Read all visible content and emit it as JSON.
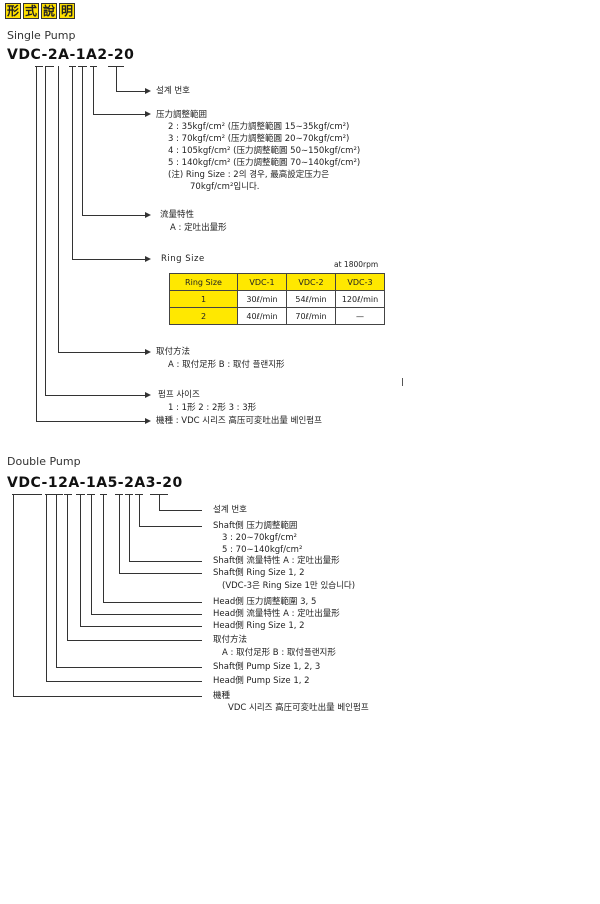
{
  "title": {
    "chars": [
      "形",
      "式",
      "說",
      "明"
    ]
  },
  "single": {
    "section": "Single Pump",
    "code": "VDC-2A-1A2-20",
    "lbl_design": "설계 번호",
    "pressure_head": "压力調整範囲",
    "pressure_items": [
      "2 : 35kgf/cm² (压力調整範圓 15∼35kgf/cm²)",
      "3 : 70kgf/cm² (压力調整範圓 20∼70kgf/cm²)",
      "4 : 105kgf/cm² (压力調整範圓 50∼150kgf/cm²)",
      "5 : 140kgf/cm² (压力調整範圓 70∼140kgf/cm²)"
    ],
    "note1": "(注) Ring Size : 2의 경우, 最高設定压力은",
    "note2": "70kgf/cm²입니다.",
    "flow_head": "流量特性",
    "flow_item": "A : 定吐出量形",
    "ring_head": "Ring Size",
    "rpm": "at 1800rpm",
    "table_header": [
      "Ring Size",
      "VDC-1",
      "VDC-2",
      "VDC-3"
    ],
    "table_rows": [
      [
        "1",
        "30ℓ/min",
        "54ℓ/min",
        "120ℓ/min"
      ],
      [
        "2",
        "40ℓ/min",
        "70ℓ/min",
        "—"
      ]
    ],
    "mount_head": "取付方法",
    "mount_item": "A : 取付足形   B : 取付  플랜지形",
    "size_head": "펌프 사이즈",
    "size_item": "1 : 1形  2 : 2形  3 : 3形",
    "model": "機種 : VDC 시리즈 高压可変吐出量 베인펌프"
  },
  "double": {
    "section": "Double Pump",
    "code": "VDC-12A-1A5-2A3-20",
    "lbl_design": "설계 번호",
    "shaft_pressure": "Shaft側 压力調整範囲",
    "shaft_p1": "3 : 20∼70kgf/cm²",
    "shaft_p2": "5 : 70∼140kgf/cm²",
    "shaft_flow": "Shaft側 流量特性 A : 定吐出量形",
    "shaft_ring": "Shaft側 Ring Size 1, 2",
    "shaft_ring_note": "(VDC-3은 Ring Size 1만 있습니다)",
    "head_pressure": "Head側 压力調整範圍 3, 5",
    "head_flow": "Head側 流量特性 A : 定吐出量形",
    "head_ring": "Head側 Ring Size 1, 2",
    "mount_head": "取付方法",
    "mount_item": "A : 取付足形 B : 取付플랜지形",
    "shaft_pump": "Shaft側 Pump Size 1, 2, 3",
    "head_pump": "Head側 Pump Size 1, 2",
    "model_head": "機種",
    "model_item": "VDC 시리즈 高圧可変吐出量 베인펌프"
  }
}
